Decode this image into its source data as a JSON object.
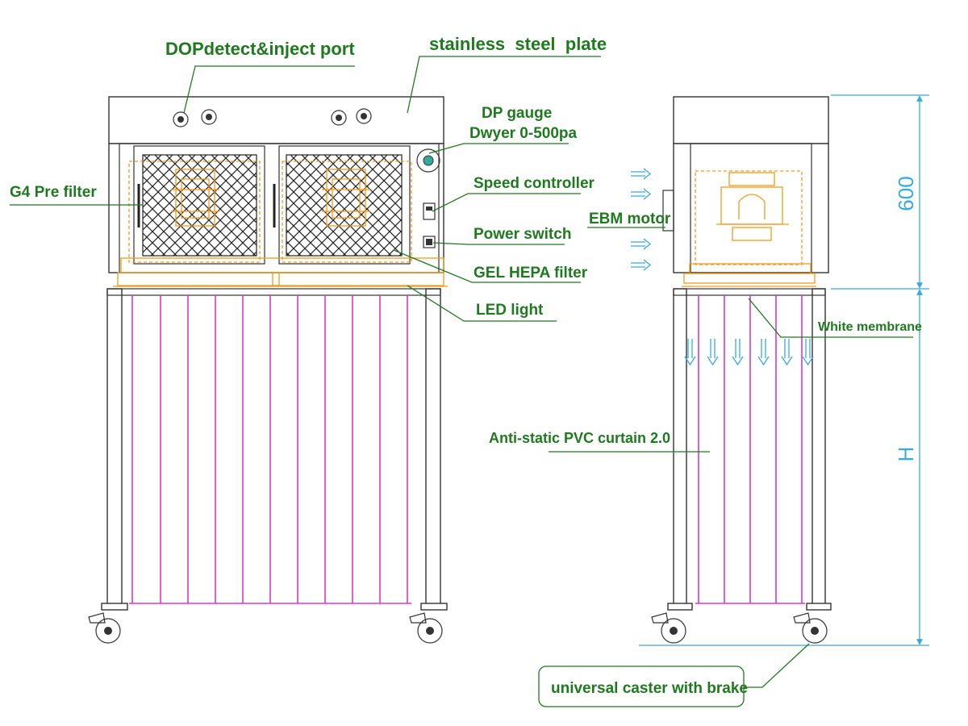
{
  "labels": {
    "dop_port": "DOPdetect&inject port",
    "ss_plate": "stainless  steel  plate",
    "dp_gauge_1": "DP gauge",
    "dp_gauge_2": "Dwyer 0-500pa",
    "g4_filter": "G4 Pre filter",
    "speed_controller": "Speed controller",
    "ebm_motor": "EBM motor",
    "power_switch": "Power switch",
    "hepa_filter": "GEL HEPA filter",
    "led_light": "LED light",
    "white_membrane": "White membrane",
    "pvc_curtain": "Anti-static PVC curtain 2.0",
    "caster": "universal caster with brake"
  },
  "dimensions": {
    "top_height": "600",
    "bottom_height": "H"
  },
  "colors": {
    "label": "#1f7a1f",
    "dimension": "#3aa9e0",
    "internals": "#f39a1a",
    "curtain": "#d63ad0",
    "outline": "#333333"
  }
}
